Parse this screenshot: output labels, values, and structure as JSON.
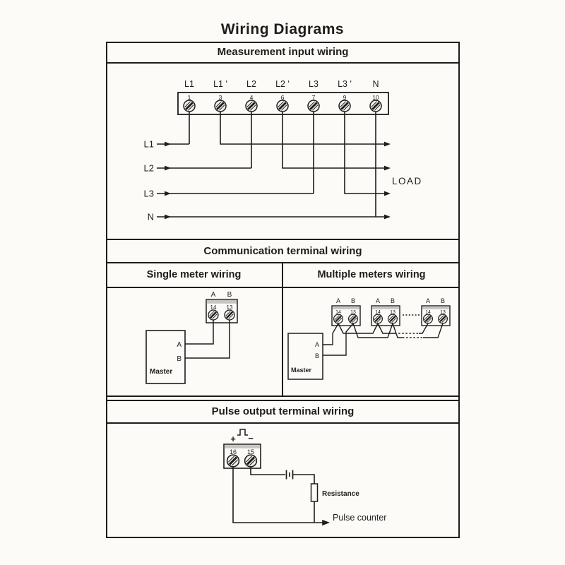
{
  "title": "Wiring Diagrams",
  "measurement": {
    "header": "Measurement input wiring",
    "top_labels": [
      "L1",
      "L1 '",
      "L2",
      "L2 '",
      "L3",
      "L3 '",
      "N"
    ],
    "numbers": [
      "1",
      "3",
      "4",
      "6",
      "7",
      "9",
      "10"
    ],
    "left_labels": [
      "L1",
      "L2",
      "L3",
      "N"
    ],
    "load_label": "LOAD"
  },
  "communication": {
    "header": "Communication terminal wiring",
    "single_header": "Single meter wiring",
    "multiple_header": "Multiple meters wiring",
    "letters": [
      "A",
      "B"
    ],
    "numbers": [
      "14",
      "13"
    ],
    "master_label": "Master",
    "master_ports": [
      "A",
      "B"
    ]
  },
  "pulse": {
    "header": "Pulse output terminal wiring",
    "plus": "+",
    "minus": "−",
    "numbers": [
      "16",
      "15"
    ],
    "resistance_label": "Resistance",
    "counter_label": "Pulse counter"
  },
  "colors": {
    "ink": "#1e1d1b",
    "paper": "#fcfbf8",
    "terminal_strip_gray": "#c7c6c2",
    "screw_fill": "#f0efec"
  }
}
